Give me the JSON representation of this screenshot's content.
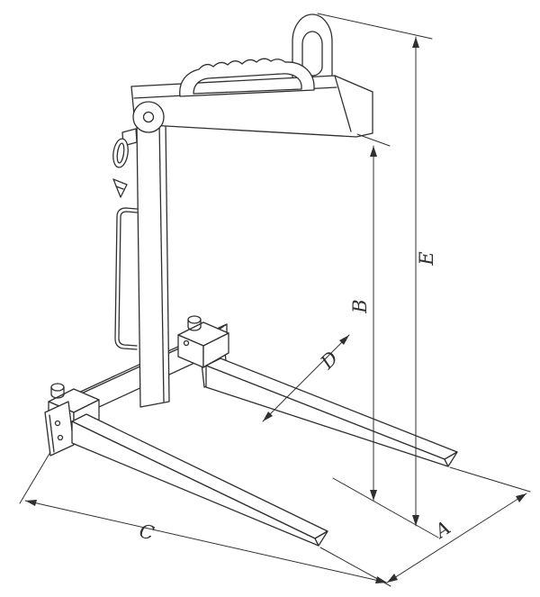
{
  "page": {
    "title": "Pallet lifter technical drawing",
    "background_color": "#ffffff",
    "line_color": "#2f2f2f"
  },
  "diagram": {
    "type": "technical-drawing",
    "subject": "manual pallet lifter with lifting eye, mast, carry handle and two adjustable forks",
    "dimension_labels": {
      "A": "A",
      "B": "B",
      "C": "C",
      "D": "D",
      "E": "E"
    }
  }
}
